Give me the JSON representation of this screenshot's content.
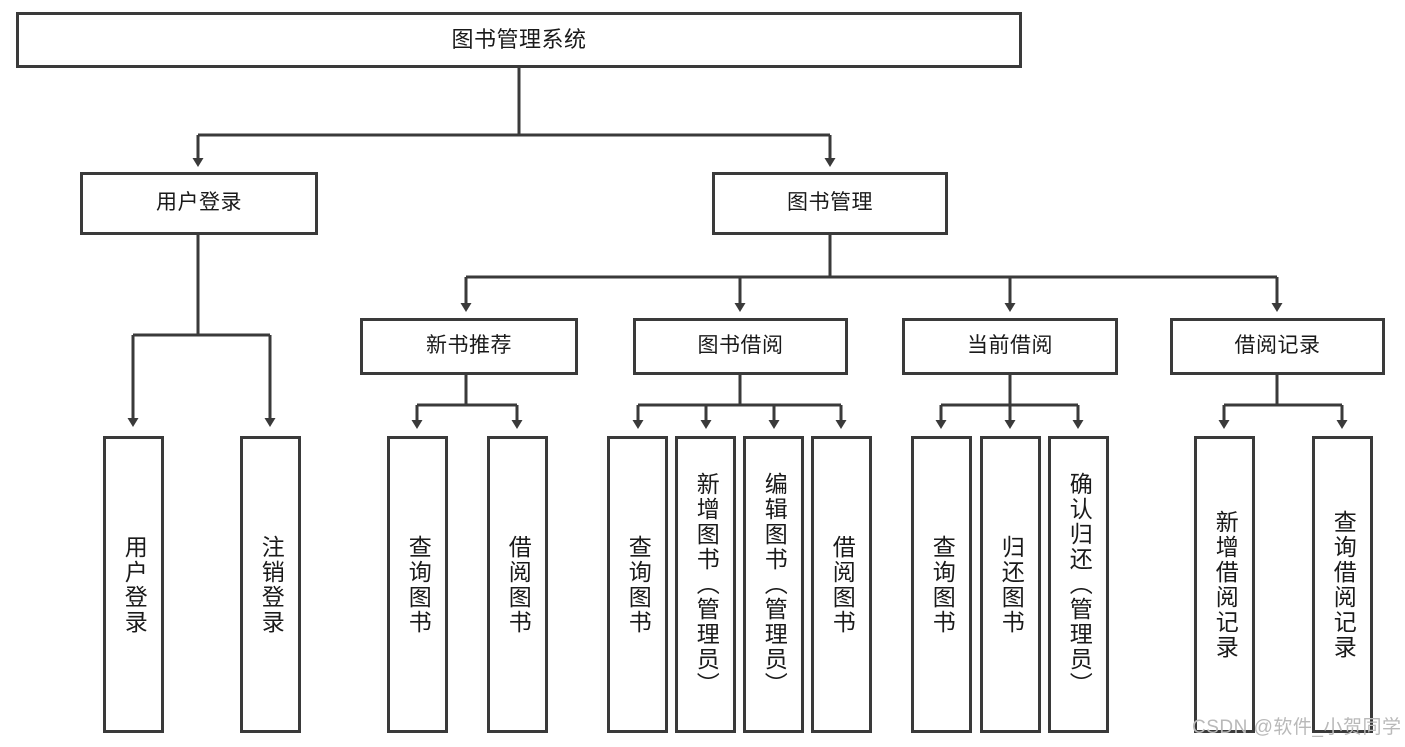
{
  "diagram": {
    "title": "图书管理系统",
    "type": "tree-hierarchy-diagram",
    "watermark": "CSDN @软件_小贺同学",
    "colors": {
      "background": "#ffffff",
      "border": "#3a3a3a",
      "text": "#1a1a1a",
      "edge": "#3a3a3a",
      "watermark": "#b9b9b9"
    },
    "nodes": {
      "root": {
        "label": "图书管理系统"
      },
      "level1": [
        {
          "label": "用户登录"
        },
        {
          "label": "图书管理"
        }
      ],
      "level2": [
        {
          "label": "新书推荐"
        },
        {
          "label": "图书借阅"
        },
        {
          "label": "当前借阅"
        },
        {
          "label": "借阅记录"
        }
      ],
      "leaves": {
        "user_login": [
          {
            "label": "用户登录"
          },
          {
            "label": "注销登录"
          }
        ],
        "new_book_recommend": [
          {
            "label": "查询图书"
          },
          {
            "label": "借阅图书"
          }
        ],
        "book_borrow": [
          {
            "label": "查询图书"
          },
          {
            "label": "新增图书（管理员）"
          },
          {
            "label": "编辑图书（管理员）"
          },
          {
            "label": "借阅图书"
          }
        ],
        "current_borrow": [
          {
            "label": "查询图书"
          },
          {
            "label": "归还图书"
          },
          {
            "label": "确认归还（管理员）"
          }
        ],
        "borrow_record": [
          {
            "label": "新增借阅记录"
          },
          {
            "label": "查询借阅记录"
          }
        ]
      }
    }
  }
}
